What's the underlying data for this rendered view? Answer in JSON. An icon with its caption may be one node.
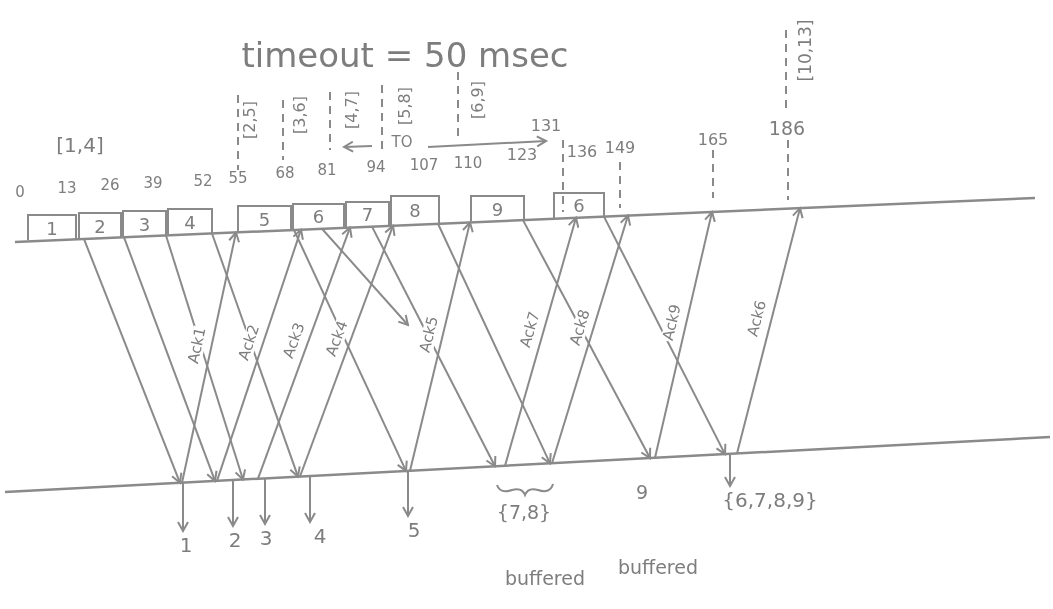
{
  "diagram": {
    "nodes": [
      {
        "text": [],
        "shape": "line"
      },
      {
        "text": [
          "1"
        ],
        "in": 0
      },
      {
        "text": [
          "2"
        ],
        "in": 0
      },
      {
        "text": [
          "3"
        ],
        "in": 0
      },
      {
        "text": [
          "4"
        ],
        "in": 0
      },
      {
        "text": [
          "5"
        ],
        "in": 0
      },
      {
        "text": [
          "6"
        ],
        "in": 0
      },
      {
        "text": [
          "7"
        ],
        "in": 0
      },
      {
        "text": [
          "8"
        ],
        "in": 0
      },
      {
        "text": [
          "9"
        ],
        "in": 0
      },
      {
        "text": [
          "6"
        ],
        "in": 0
      },
      {
        "text": [],
        "shape": "line"
      },
      {
        "text": [
          "1"
        ]
      },
      {
        "text": [
          "2"
        ]
      },
      {
        "text": [
          "3"
        ]
      },
      {
        "text": [
          "4"
        ]
      },
      {
        "text": [
          "5"
        ]
      },
      {
        "text": [
          "{6,7,8,9}"
        ]
      }
    ],
    "edges": [
      {
        "from": 1,
        "to": 11,
        "arrow": "to"
      },
      {
        "from": 2,
        "to": 11,
        "arrow": "to"
      },
      {
        "from": 3,
        "to": 11,
        "arrow": "to"
      },
      {
        "from": 4,
        "to": 11,
        "arrow": "to"
      },
      {
        "from": 5,
        "to": 11,
        "arrow": "to"
      },
      {
        "from": 6,
        "to": null,
        "arrow": "to"
      },
      {
        "from": 7,
        "to": 11,
        "arrow": "to"
      },
      {
        "from": 8,
        "to": 11,
        "arrow": "to"
      },
      {
        "from": 9,
        "to": 11,
        "arrow": "to"
      },
      {
        "from": 10,
        "to": 11,
        "arrow": "to"
      },
      {
        "from": 11,
        "to": 0,
        "arrow": "to",
        "label": "Ack1"
      },
      {
        "from": 11,
        "to": 0,
        "arrow": "to",
        "label": "Ack2"
      },
      {
        "from": 11,
        "to": 0,
        "arrow": "to",
        "label": "Ack3"
      },
      {
        "from": 11,
        "to": 0,
        "arrow": "to",
        "label": "Ack4"
      },
      {
        "from": 11,
        "to": 0,
        "arrow": "to",
        "label": "Ack5"
      },
      {
        "from": 11,
        "to": 0,
        "arrow": "to",
        "label": "Ack7"
      },
      {
        "from": 11,
        "to": 0,
        "arrow": "to",
        "label": "Ack8"
      },
      {
        "from": 11,
        "to": 0,
        "arrow": "to",
        "label": "Ack9"
      },
      {
        "from": 11,
        "to": 0,
        "arrow": "to",
        "label": "Ack6"
      },
      {
        "from": 11,
        "to": 12,
        "arrow": "to"
      },
      {
        "from": 11,
        "to": 13,
        "arrow": "to"
      },
      {
        "from": 11,
        "to": 14,
        "arrow": "to"
      },
      {
        "from": 11,
        "to": 15,
        "arrow": "to"
      },
      {
        "from": 11,
        "to": 16,
        "arrow": "to"
      },
      {
        "from": 11,
        "to": 17,
        "arrow": "to"
      }
    ],
    "labels": [
      "timeout = 50 msec",
      "[10,13]",
      "[2,5]",
      "[3,6]",
      "[4,7]",
      "[5,8]",
      "[6,9]",
      "[1,4]",
      "TO",
      "131",
      "123",
      "136",
      "149",
      "165",
      "186",
      "0",
      "13",
      "26",
      "39",
      "52",
      "55",
      "68",
      "81",
      "94",
      "107",
      "110",
      "{7,8}",
      "9",
      "buffered",
      "buffered"
    ]
  }
}
